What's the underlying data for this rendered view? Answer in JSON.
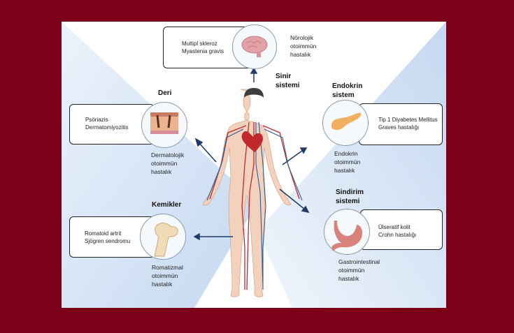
{
  "colors": {
    "frame": "#7c0017",
    "arrow": "#1f3a68",
    "panel_shade": "#c9dcf2"
  },
  "nervous": {
    "title": "Sinir sistemi",
    "title_lines": [
      "Sinir",
      "sistemi"
    ],
    "diseases": [
      "Multipl skleroz",
      "Myastenia gravis"
    ],
    "category": [
      "Nörolojik",
      "otoimmün",
      "hastalık"
    ],
    "icon": "brain-icon"
  },
  "skin": {
    "title": "Deri",
    "diseases": [
      "Psöriazis",
      "Dermatomiyozitis"
    ],
    "category": [
      "Dermatolojik",
      "otoimmün",
      "hastalık"
    ],
    "icon": "skin-icon"
  },
  "endocrine": {
    "title_lines": [
      "Endokrin",
      "sistem"
    ],
    "diseases": [
      "Tip 1 Diyabetes Mellitus",
      "Graves hastalığı"
    ],
    "category": [
      "Endokrin",
      "otoimmün",
      "hastalık"
    ],
    "icon": "pancreas-icon"
  },
  "digestive": {
    "title_lines": [
      "Sindirim",
      "sistemi"
    ],
    "diseases": [
      "Ülseratif kolit",
      "Crohn hastalığı"
    ],
    "category": [
      "Gastrointestinal",
      "otoimmün",
      "hastalık"
    ],
    "icon": "stomach-icon"
  },
  "bones": {
    "title": "Kemikler",
    "diseases": [
      "Romatoid artrit",
      "Sjögren sendromu"
    ],
    "category": [
      "Romatizmal",
      "otoimmün",
      "hastalık"
    ],
    "icon": "bone-icon"
  }
}
